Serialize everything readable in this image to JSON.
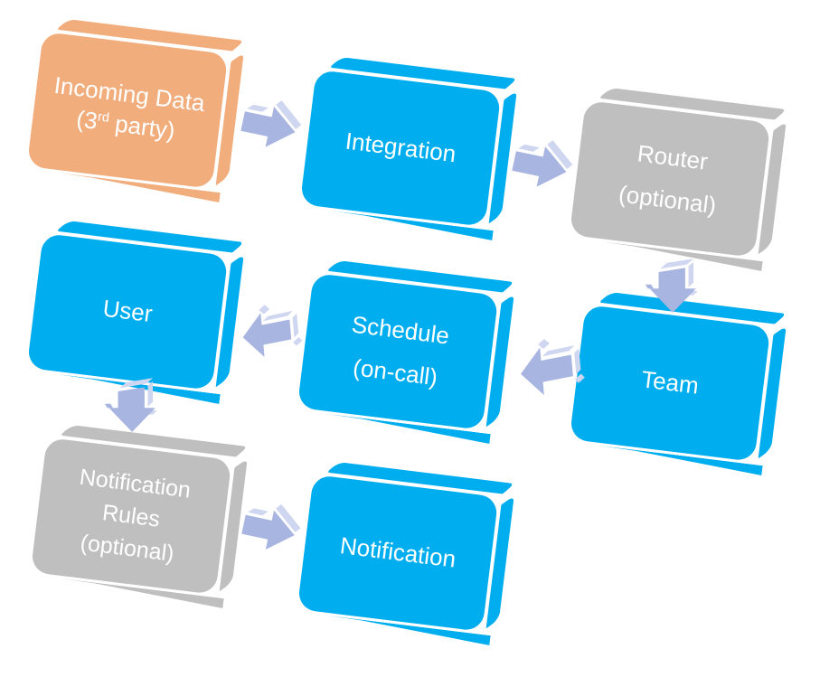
{
  "diagram_type": "flowchart",
  "palette": {
    "node_blue": "#00AEEF",
    "node_orange": "#F2AD7D",
    "node_gray": "#BFBFBF",
    "arrow_main": "#A9B5E1",
    "arrow_highlight": "#CFD6F0",
    "node_text": "#FFFFFF",
    "background": "#FFFFFF"
  },
  "nodes": {
    "incoming_data": {
      "line1": "Incoming Data",
      "line2_pre": "(3",
      "line2_sup": "rd",
      "line2_post": " party)",
      "color": "#F2AD7D"
    },
    "integration": {
      "label": "Integration",
      "color": "#00AEEF"
    },
    "router": {
      "line1": "Router",
      "line2": "(optional)",
      "color": "#BFBFBF"
    },
    "team": {
      "label": "Team",
      "color": "#00AEEF"
    },
    "schedule": {
      "line1": "Schedule",
      "line2": "(on-call)",
      "color": "#00AEEF"
    },
    "user": {
      "label": "User",
      "color": "#00AEEF"
    },
    "notification_rules": {
      "line1": "Notification",
      "line2": "Rules",
      "line3": "(optional)",
      "color": "#BFBFBF"
    },
    "notification": {
      "label": "Notification",
      "color": "#00AEEF"
    }
  },
  "arrows": [
    {
      "from": "incoming_data",
      "to": "integration",
      "direction": "right"
    },
    {
      "from": "integration",
      "to": "router",
      "direction": "right"
    },
    {
      "from": "router",
      "to": "team",
      "direction": "down"
    },
    {
      "from": "team",
      "to": "schedule",
      "direction": "left"
    },
    {
      "from": "schedule",
      "to": "user",
      "direction": "left"
    },
    {
      "from": "user",
      "to": "notification_rules",
      "direction": "down"
    },
    {
      "from": "notification_rules",
      "to": "notification",
      "direction": "right"
    }
  ]
}
